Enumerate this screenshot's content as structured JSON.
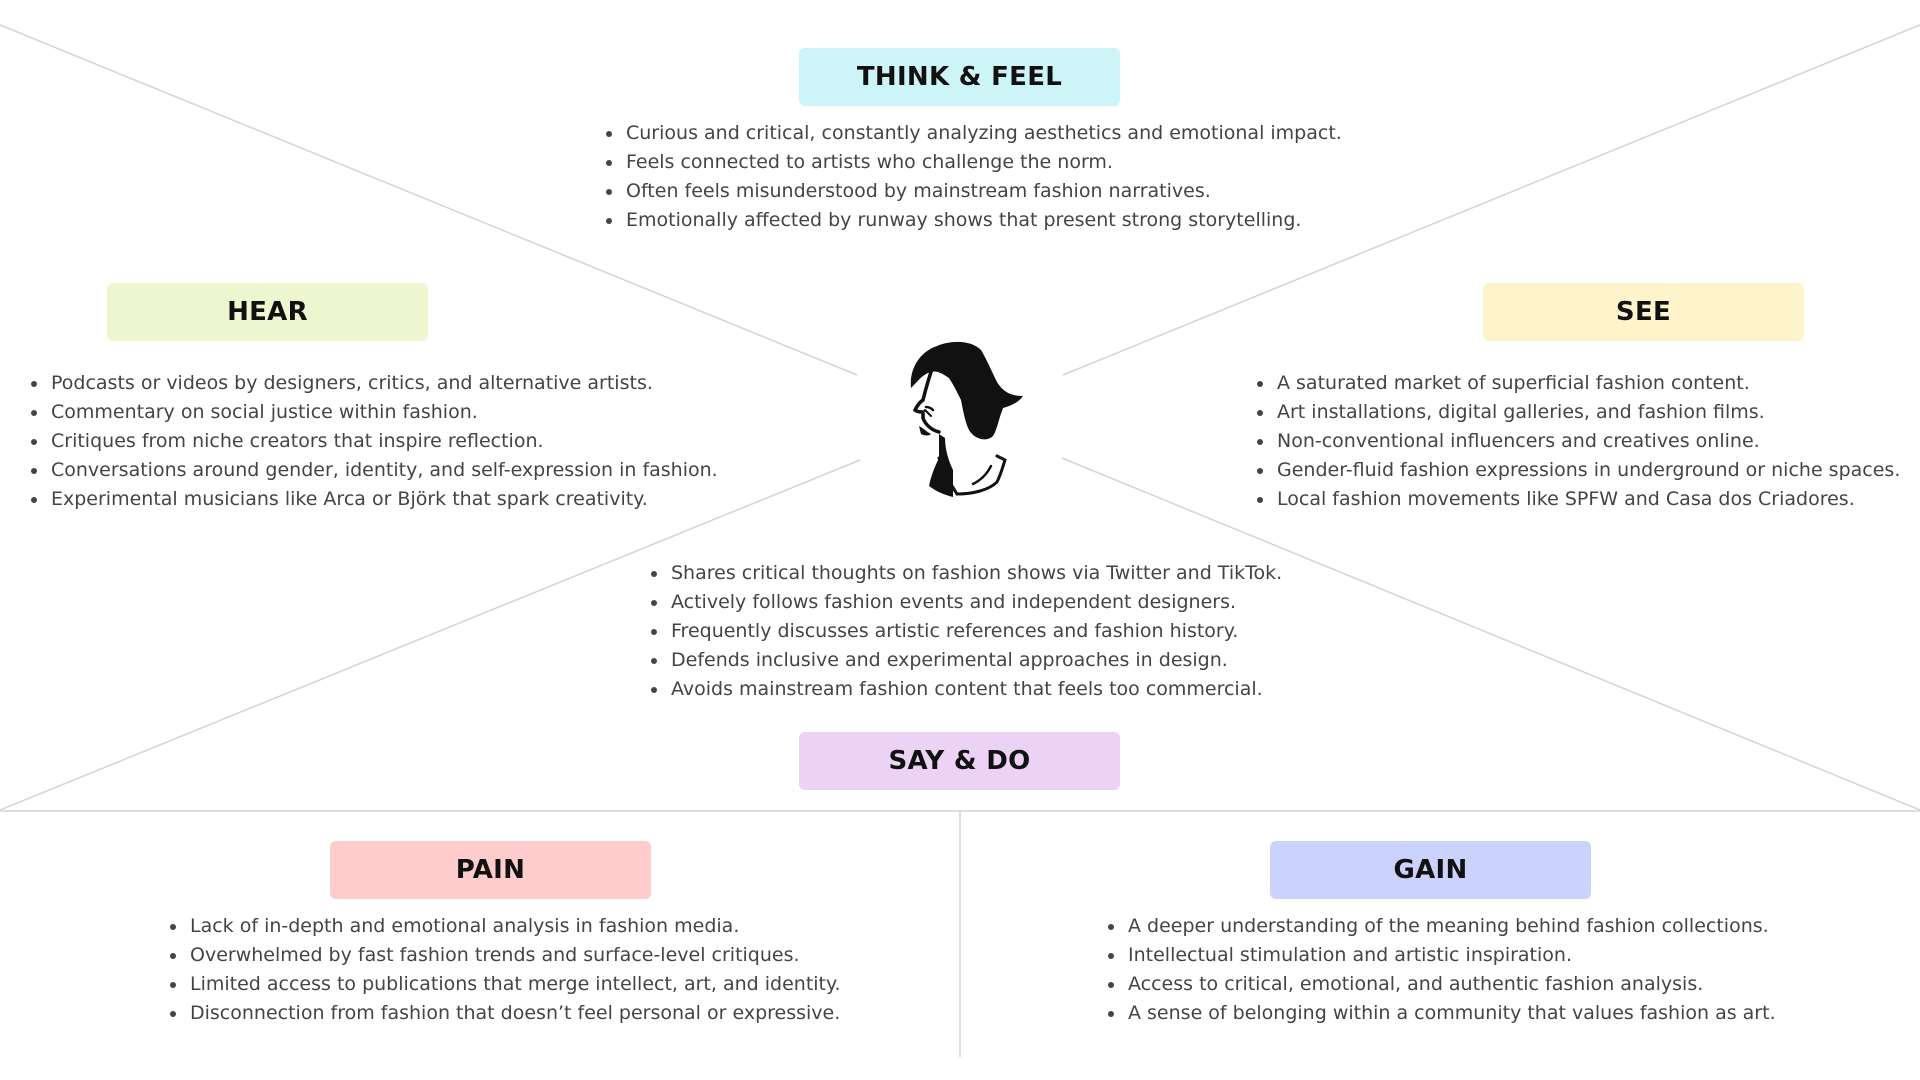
{
  "colors": {
    "think_feel": "#cdf4f6",
    "hear": "#eef6d0",
    "see": "#fdf4cc",
    "say_do": "#ecd3f6",
    "pain": "#fecccc",
    "gain": "#cbd2fc",
    "lines": "#d4d4d4",
    "text": "#444444"
  },
  "persona": {
    "icon": "persona-portrait-icon"
  },
  "think_feel": {
    "title": "THINK & FEEL",
    "items": [
      "Curious and critical, constantly analyzing aesthetics and emotional impact.",
      "Feels connected to artists who challenge the norm.",
      "Often feels misunderstood by mainstream fashion narratives.",
      "Emotionally affected by runway shows that present strong storytelling."
    ]
  },
  "hear": {
    "title": "HEAR",
    "items": [
      "Podcasts or videos by designers, critics, and alternative artists.",
      "Commentary on social justice within fashion.",
      "Critiques from niche creators that inspire reflection.",
      "Conversations around gender, identity, and self-expression in fashion.",
      "Experimental musicians like Arca or Björk that spark creativity."
    ]
  },
  "see": {
    "title": "SEE",
    "items": [
      "A saturated market of superficial fashion content.",
      "Art installations, digital galleries, and fashion films.",
      "Non-conventional influencers and creatives online.",
      "Gender-fluid fashion expressions in underground or niche spaces.",
      "Local fashion movements like SPFW and Casa dos Criadores."
    ]
  },
  "say_do": {
    "title": "SAY & DO",
    "items": [
      "Shares critical thoughts on fashion shows via Twitter and TikTok.",
      "Actively follows fashion events and independent designers.",
      "Frequently discusses artistic references and fashion history.",
      "Defends inclusive and experimental approaches in design.",
      "Avoids mainstream fashion content that feels too commercial."
    ]
  },
  "pain": {
    "title": "PAIN",
    "items": [
      "Lack of in-depth and emotional analysis in fashion media.",
      "Overwhelmed by fast fashion trends and surface-level critiques.",
      "Limited access to publications that merge intellect, art, and identity.",
      "Disconnection from fashion that doesn’t feel personal or expressive."
    ]
  },
  "gain": {
    "title": "GAIN",
    "items": [
      "A deeper understanding of the meaning behind fashion collections.",
      "Intellectual stimulation and artistic inspiration.",
      "Access to critical, emotional, and authentic fashion analysis.",
      "A sense of belonging within a community that values fashion as art."
    ]
  }
}
